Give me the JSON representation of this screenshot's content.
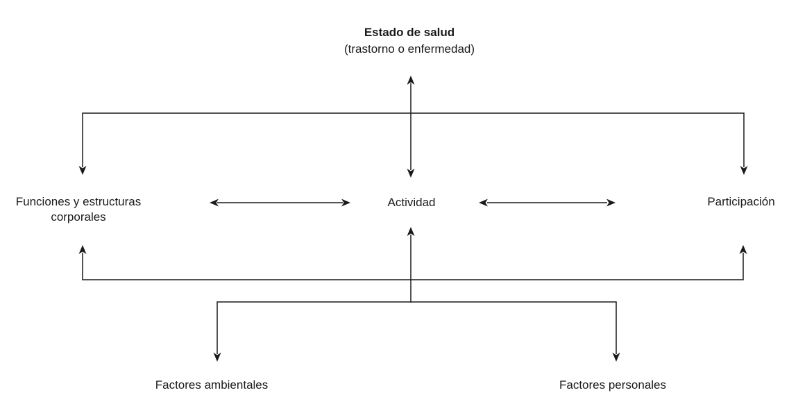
{
  "diagram": {
    "title": {
      "main": "Estado de salud",
      "subtitle": "(trastorno o enfermedad)"
    },
    "nodes": {
      "funciones_line1": "Funciones y estructuras",
      "funciones_line2": "corporales",
      "actividad": "Actividad",
      "participacion": "Participación",
      "factores_ambientales": "Factores ambientales",
      "factores_personales": "Factores personales"
    },
    "edges": [
      {
        "from": "Estado de salud",
        "to": "Actividad",
        "direction": "bidirectional"
      },
      {
        "from": "Estado de salud",
        "to": "Funciones y estructuras corporales",
        "direction": "down"
      },
      {
        "from": "Estado de salud",
        "to": "Participación",
        "direction": "down"
      },
      {
        "from": "Funciones y estructuras corporales",
        "to": "Actividad",
        "direction": "bidirectional"
      },
      {
        "from": "Actividad",
        "to": "Participación",
        "direction": "bidirectional"
      },
      {
        "from": "Factores ambientales y personales",
        "to": "Funciones y estructuras corporales",
        "direction": "up"
      },
      {
        "from": "Factores ambientales y personales",
        "to": "Actividad",
        "direction": "up"
      },
      {
        "from": "Factores ambientales y personales",
        "to": "Participación",
        "direction": "up"
      },
      {
        "from": "Rail inferior",
        "to": "Factores ambientales",
        "direction": "down"
      },
      {
        "from": "Rail inferior",
        "to": "Factores personales",
        "direction": "down"
      }
    ],
    "colors": {
      "line": "#1a1a1a",
      "text": "#1a1a1a",
      "background": "#ffffff"
    }
  }
}
